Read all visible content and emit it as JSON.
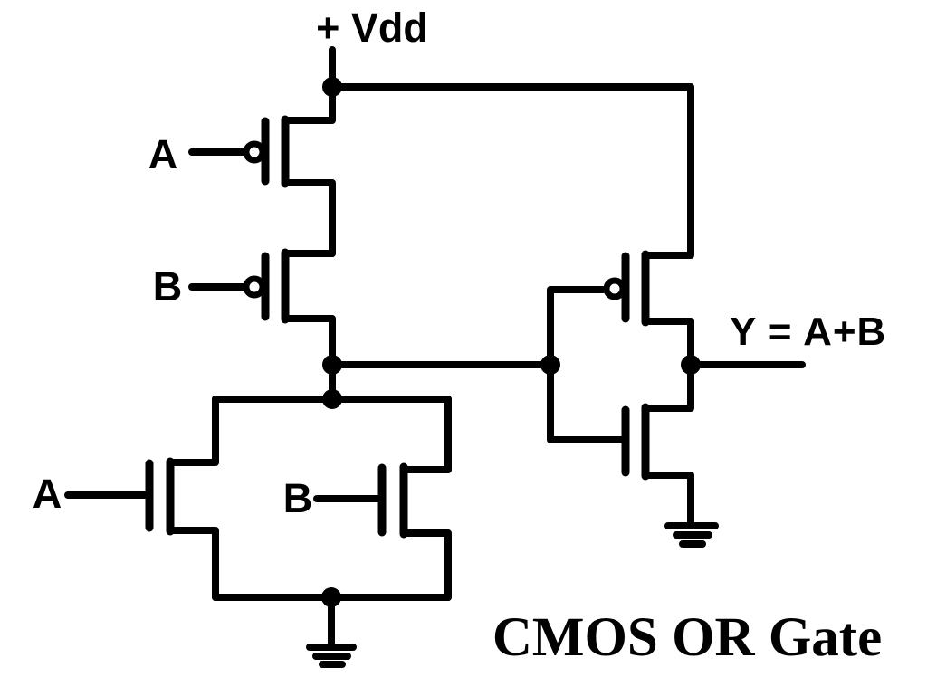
{
  "title": "CMOS OR Gate",
  "power_label": "+ Vdd",
  "output_label": "Y = A+B",
  "transistor_labels": {
    "pmos_a": "A",
    "pmos_b": "B",
    "nmos_a": "A",
    "nmos_b": "B"
  },
  "circuit": {
    "description": "Two series PMOS transistors (gates A and B) from Vdd and two parallel NMOS transistors (gates A and B) to ground form a NOR stage; its output node drives a CMOS inverter whose output is Y = A+B",
    "transistors": [
      {
        "id": "pmos_a",
        "type": "PMOS",
        "gate": "A"
      },
      {
        "id": "pmos_b",
        "type": "PMOS",
        "gate": "B"
      },
      {
        "id": "nmos_a",
        "type": "NMOS",
        "gate": "A"
      },
      {
        "id": "nmos_b",
        "type": "NMOS",
        "gate": "B"
      },
      {
        "id": "inverter_pmos",
        "type": "PMOS",
        "gate": "NOR output"
      },
      {
        "id": "inverter_nmos",
        "type": "NMOS",
        "gate": "NOR output"
      }
    ]
  },
  "colors": {
    "line": "#000000",
    "background": "#ffffff",
    "text": "#000000"
  }
}
